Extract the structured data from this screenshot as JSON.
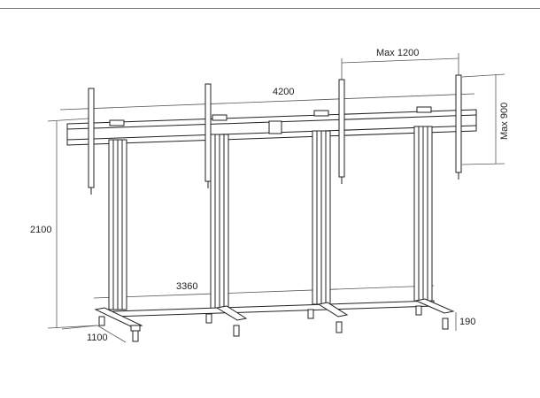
{
  "diagram": {
    "subject": "Triple-screen video wall floor stand with casters",
    "dimensions": {
      "max_vesa_width": "Max 1200",
      "max_vesa_height": "Max 900",
      "overall_rail_width": "4200",
      "overall_height": "2100",
      "base_width": "3360",
      "base_depth": "1100",
      "caster_height": "190"
    },
    "colors": {
      "line": "#222222",
      "dim_line": "#555555",
      "background": "#ffffff"
    }
  }
}
